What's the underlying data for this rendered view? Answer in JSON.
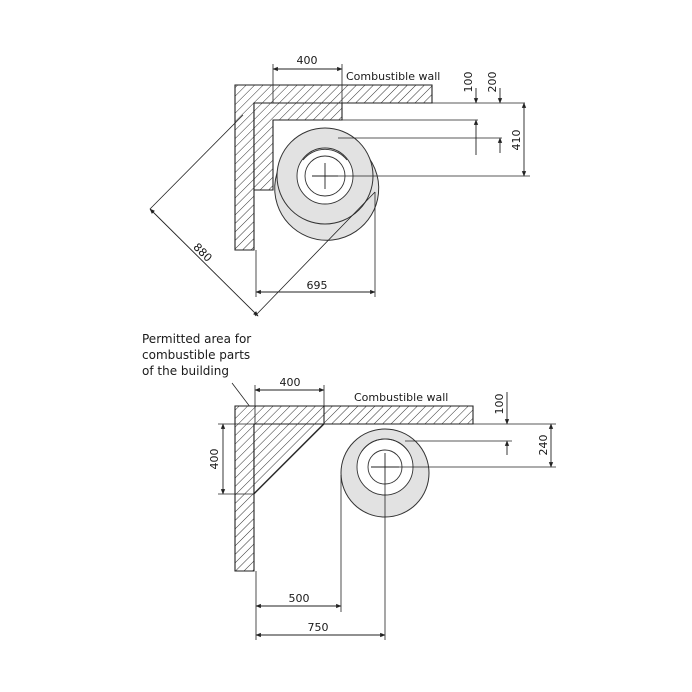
{
  "top": {
    "wall_label": "Combustible wall",
    "dims": {
      "width_400": "400",
      "v_100": "100",
      "v_200": "200",
      "v_410": "410",
      "diag_880": "880",
      "h_695": "695"
    }
  },
  "bottom": {
    "wall_label": "Combustible wall",
    "permitted_lines": [
      "Permitted area for",
      "combustible parts",
      "of the building"
    ],
    "dims": {
      "width_400": "400",
      "v_400": "400",
      "v_100": "100",
      "v_240": "240",
      "h_500": "500",
      "h_750": "750"
    }
  },
  "colors": {
    "stove_fill": "#e2e2e2",
    "line": "#222222"
  }
}
